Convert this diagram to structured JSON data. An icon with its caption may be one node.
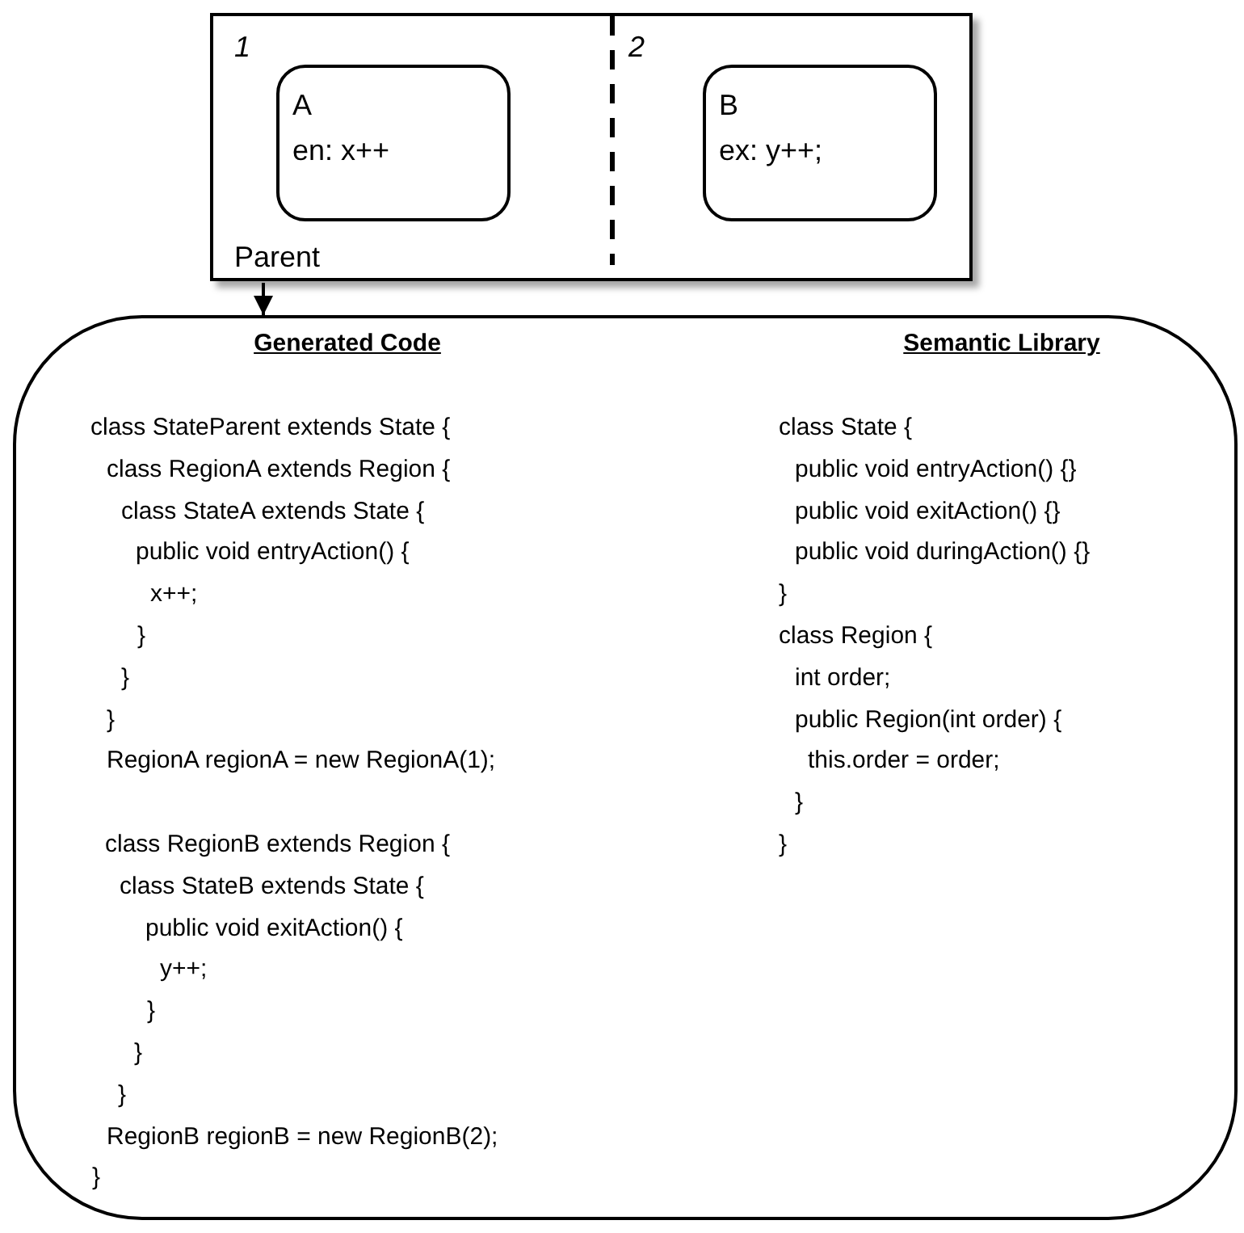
{
  "diagram": {
    "nodes": [
      {
        "text": [
          "Parent"
        ]
      },
      {
        "text": [
          "A",
          "en: x++"
        ],
        "in": 0
      },
      {
        "text": [
          "B",
          "ex: y++;"
        ],
        "in": 0
      },
      {
        "text": [
          "Generated Code",
          "class StateParent extends State {",
          "class RegionA extends Region {",
          "class StateA extends State {",
          "public void entryAction() {",
          "x++;",
          "}",
          "}",
          "}",
          "RegionA regionA = new RegionA(1);",
          "class RegionB extends Region {",
          "class StateB extends State {",
          "public void exitAction() {",
          "y++;",
          "}",
          "}",
          "}",
          "RegionB regionB = new RegionB(2);",
          "}",
          "Semantic Library",
          "class State {",
          "public void entryAction() {}",
          "public void exitAction() {}",
          "public void duringAction() {}",
          "}",
          "class Region {",
          "int order;",
          "public Region(int order) {",
          "this.order = order;",
          "}",
          "}"
        ]
      }
    ],
    "edges": [
      {
        "from": 0,
        "to": 3,
        "arrow": "to"
      }
    ],
    "labels": [
      "1",
      "2"
    ]
  }
}
